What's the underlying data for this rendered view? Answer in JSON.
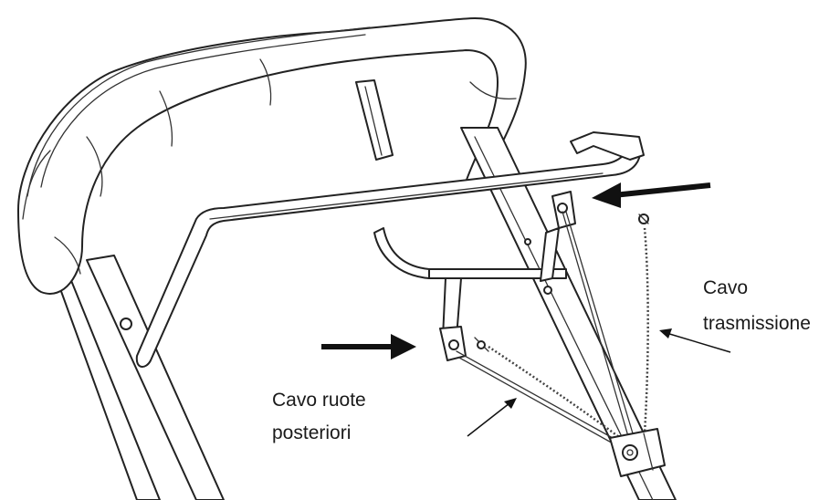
{
  "labels": {
    "cavo_trasmissione_line1": "Cavo",
    "cavo_trasmissione_line2": "trasmissione",
    "cavo_ruote_line1": "Cavo ruote",
    "cavo_ruote_line2": "posteriori"
  },
  "colors": {
    "line": "#222222",
    "arrow": "#111111",
    "background": "#ffffff"
  }
}
